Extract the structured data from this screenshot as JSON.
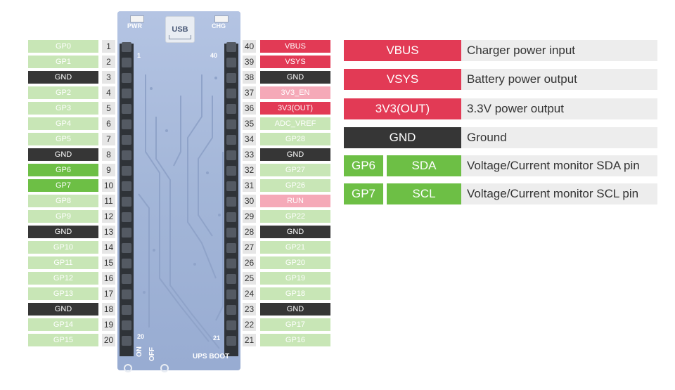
{
  "colors": {
    "gp_light": "#c8e6b6",
    "gp_light_text": "#ffffff",
    "gp_active": "#6dbf45",
    "gnd": "#363636",
    "power": "#e23a55",
    "power_light": "#f5a9b8",
    "num_bg": "#e6e6e6"
  },
  "board": {
    "usb_label": "USB",
    "pwr_label": "PWR",
    "chg_label": "CHG",
    "pin1_label": "1",
    "pin40_label": "40",
    "pin20_label": "20",
    "pin21_label": "21",
    "on_label": "ON",
    "off_label": "OFF",
    "ups_boot_label": "UPS BOOT"
  },
  "left_pins": [
    {
      "num": "1",
      "label": "GP0",
      "type": "gp"
    },
    {
      "num": "2",
      "label": "GP1",
      "type": "gp"
    },
    {
      "num": "3",
      "label": "GND",
      "type": "gnd"
    },
    {
      "num": "4",
      "label": "GP2",
      "type": "gp"
    },
    {
      "num": "5",
      "label": "GP3",
      "type": "gp"
    },
    {
      "num": "6",
      "label": "GP4",
      "type": "gp"
    },
    {
      "num": "7",
      "label": "GP5",
      "type": "gp"
    },
    {
      "num": "8",
      "label": "GND",
      "type": "gnd"
    },
    {
      "num": "9",
      "label": "GP6",
      "type": "gp_active"
    },
    {
      "num": "10",
      "label": "GP7",
      "type": "gp_active"
    },
    {
      "num": "11",
      "label": "GP8",
      "type": "gp"
    },
    {
      "num": "12",
      "label": "GP9",
      "type": "gp"
    },
    {
      "num": "13",
      "label": "GND",
      "type": "gnd"
    },
    {
      "num": "14",
      "label": "GP10",
      "type": "gp"
    },
    {
      "num": "15",
      "label": "GP11",
      "type": "gp"
    },
    {
      "num": "16",
      "label": "GP12",
      "type": "gp"
    },
    {
      "num": "17",
      "label": "GP13",
      "type": "gp"
    },
    {
      "num": "18",
      "label": "GND",
      "type": "gnd"
    },
    {
      "num": "19",
      "label": "GP14",
      "type": "gp"
    },
    {
      "num": "20",
      "label": "GP15",
      "type": "gp"
    }
  ],
  "right_pins": [
    {
      "num": "40",
      "label": "VBUS",
      "type": "power"
    },
    {
      "num": "39",
      "label": "VSYS",
      "type": "power"
    },
    {
      "num": "38",
      "label": "GND",
      "type": "gnd"
    },
    {
      "num": "37",
      "label": "3V3_EN",
      "type": "power_light"
    },
    {
      "num": "36",
      "label": "3V3(OUT)",
      "type": "power"
    },
    {
      "num": "35",
      "label": "ADC_VREF",
      "type": "gp"
    },
    {
      "num": "34",
      "label": "GP28",
      "type": "gp"
    },
    {
      "num": "33",
      "label": "GND",
      "type": "gnd"
    },
    {
      "num": "32",
      "label": "GP27",
      "type": "gp"
    },
    {
      "num": "31",
      "label": "GP26",
      "type": "gp"
    },
    {
      "num": "30",
      "label": "RUN",
      "type": "power_light"
    },
    {
      "num": "29",
      "label": "GP22",
      "type": "gp"
    },
    {
      "num": "28",
      "label": "GND",
      "type": "gnd"
    },
    {
      "num": "27",
      "label": "GP21",
      "type": "gp"
    },
    {
      "num": "26",
      "label": "GP20",
      "type": "gp"
    },
    {
      "num": "25",
      "label": "GP19",
      "type": "gp"
    },
    {
      "num": "24",
      "label": "GP18",
      "type": "gp"
    },
    {
      "num": "23",
      "label": "GND",
      "type": "gnd"
    },
    {
      "num": "22",
      "label": "GP17",
      "type": "gp"
    },
    {
      "num": "21",
      "label": "GP16",
      "type": "gp"
    }
  ],
  "legend": [
    {
      "label": "VBUS",
      "type": "power",
      "desc": "Charger power input"
    },
    {
      "label": "VSYS",
      "type": "power",
      "desc": "Battery power output"
    },
    {
      "label": "3V3(OUT)",
      "type": "power",
      "desc": "3.3V power output"
    },
    {
      "label": "GND",
      "type": "gnd",
      "desc": "Ground"
    },
    {
      "label": "GP6",
      "label2": "SDA",
      "type": "gp_active",
      "desc": "Voltage/Current monitor SDA pin"
    },
    {
      "label": "GP7",
      "label2": "SCL",
      "type": "gp_active",
      "desc": "Voltage/Current monitor SCL pin"
    }
  ]
}
